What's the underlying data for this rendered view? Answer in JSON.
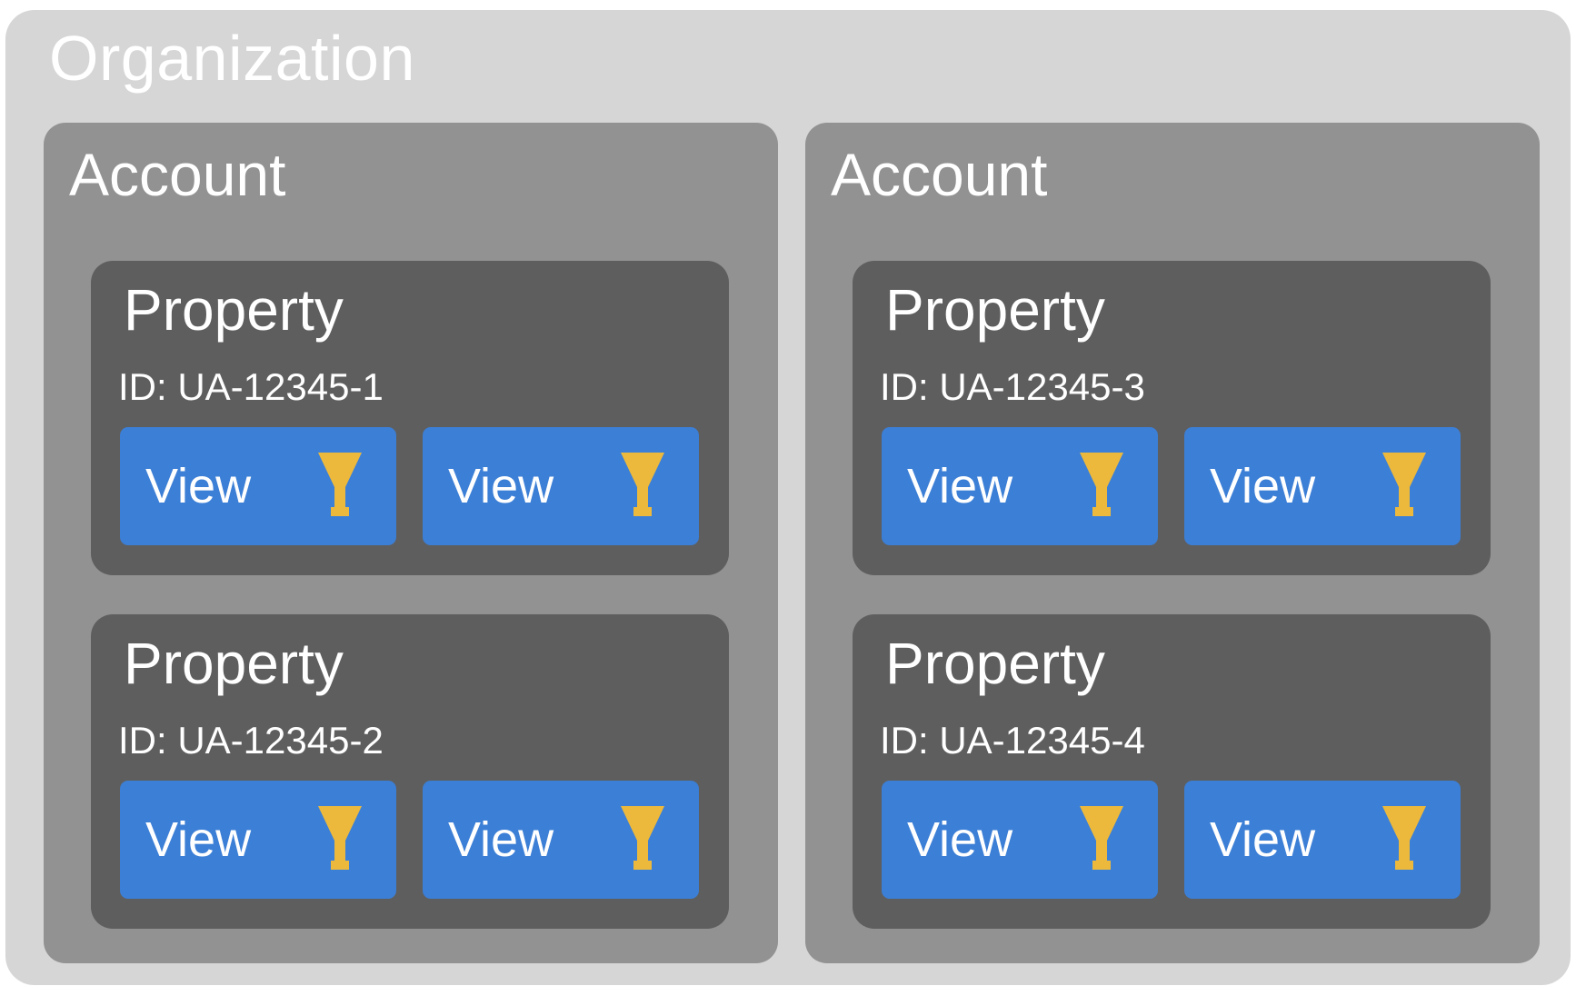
{
  "organization": {
    "title": "Organization",
    "accounts": [
      {
        "title": "Account",
        "properties": [
          {
            "title": "Property",
            "id": "ID: UA-12345-1",
            "views": [
              {
                "label": "View"
              },
              {
                "label": "View"
              }
            ]
          },
          {
            "title": "Property",
            "id": "ID: UA-12345-2",
            "views": [
              {
                "label": "View"
              },
              {
                "label": "View"
              }
            ]
          }
        ]
      },
      {
        "title": "Account",
        "properties": [
          {
            "title": "Property",
            "id": "ID: UA-12345-3",
            "views": [
              {
                "label": "View"
              },
              {
                "label": "View"
              }
            ]
          },
          {
            "title": "Property",
            "id": "ID: UA-12345-4",
            "views": [
              {
                "label": "View"
              },
              {
                "label": "View"
              }
            ]
          }
        ]
      }
    ]
  },
  "colors": {
    "organization_bg": "#d6d6d6",
    "account_bg": "#929292",
    "property_bg": "#5e5e5e",
    "view_bg": "#3c7fd6",
    "funnel_icon": "#ecb93d"
  },
  "icons": {
    "view_icon": "funnel-filter-icon"
  }
}
